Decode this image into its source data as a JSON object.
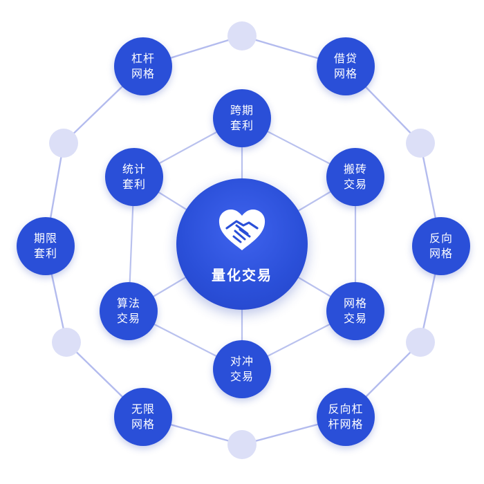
{
  "hub": {
    "label": "量化交易",
    "icon": "handshake-heart-icon"
  },
  "inner_nodes": [
    {
      "id": "cross-period-arbitrage",
      "label": "跨期\n套利"
    },
    {
      "id": "brick-moving-trade",
      "label": "搬砖\n交易"
    },
    {
      "id": "grid-trade",
      "label": "网格\n交易"
    },
    {
      "id": "hedge-trade",
      "label": "对冲\n交易"
    },
    {
      "id": "algorithm-trade",
      "label": "算法\n交易"
    },
    {
      "id": "statistical-arbitrage",
      "label": "统计\n套利"
    }
  ],
  "outer_nodes": [
    {
      "id": "leverage-grid",
      "label": "杠杆\n网格"
    },
    {
      "id": "loan-grid",
      "label": "借贷\n网格"
    },
    {
      "id": "reverse-grid",
      "label": "反向\n网格"
    },
    {
      "id": "reverse-leverage-grid",
      "label": "反向杠\n杆网格"
    },
    {
      "id": "unlimited-grid",
      "label": "无限\n网格"
    },
    {
      "id": "period-limited-arbitrage",
      "label": "期限\n套利"
    }
  ],
  "colors": {
    "node": "#2a4fd8",
    "dot": "#dcdff7",
    "link": "#b9c1ee",
    "ring": "#b3bbee"
  }
}
